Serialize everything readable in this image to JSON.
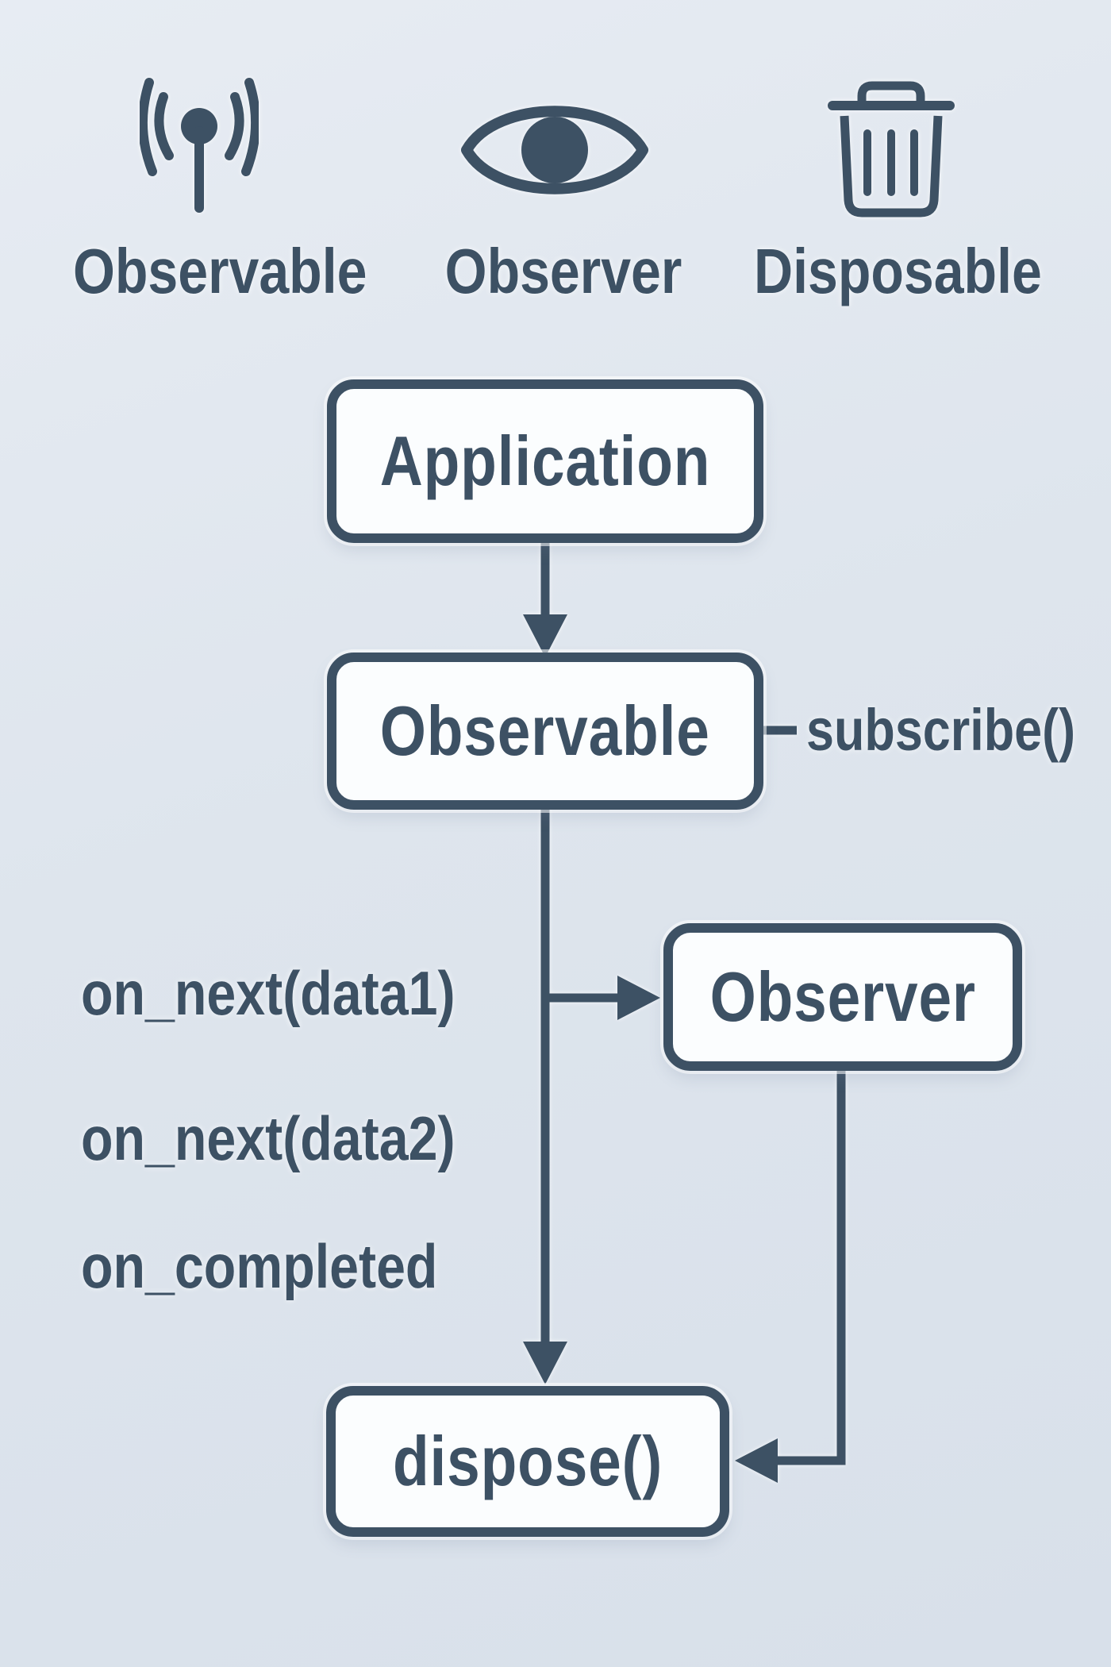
{
  "palette": {
    "ink": "#3d5164",
    "background": "#dee5ed",
    "box_fill": "#fbfdfe"
  },
  "legend": {
    "items": [
      {
        "icon": "antenna-icon",
        "label": "Observable"
      },
      {
        "icon": "eye-icon",
        "label": "Observer"
      },
      {
        "icon": "trash-icon",
        "label": "Disposable"
      }
    ]
  },
  "flow": {
    "application": "Application",
    "observable": "Observable",
    "observer": "Observer",
    "dispose": "dispose()",
    "subscribe_label": "subscribe()",
    "events": [
      "on_next(data1)",
      "on_next(data2)",
      "on_completed"
    ]
  }
}
